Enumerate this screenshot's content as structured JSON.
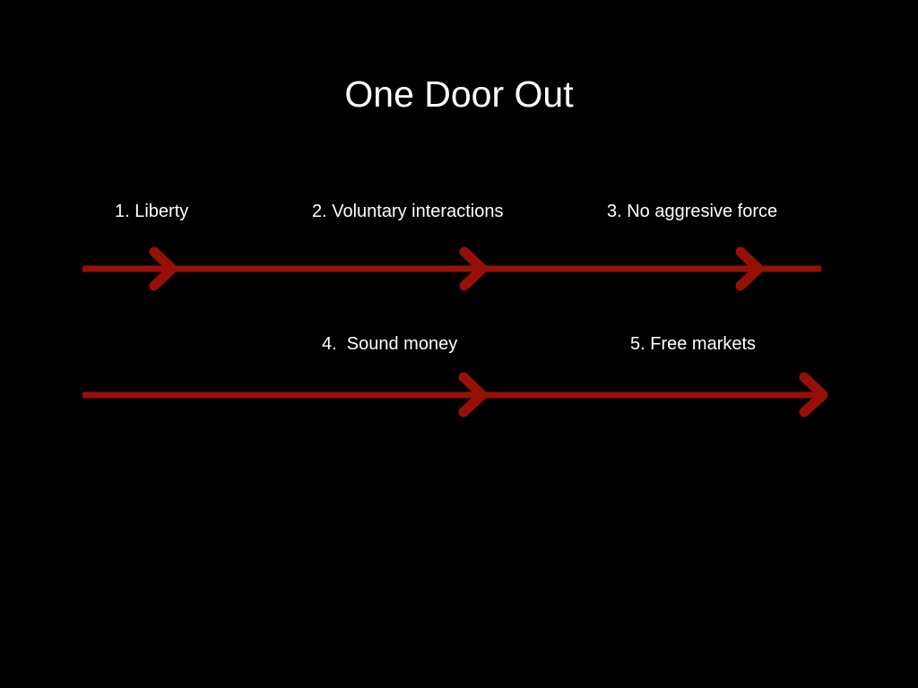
{
  "slide": {
    "title": "One Door Out",
    "background_color": "#000000",
    "text_color": "#ffffff",
    "arrow_color": "#971008"
  },
  "steps": [
    {
      "label": "1. Liberty"
    },
    {
      "label": "2. Voluntary interactions"
    },
    {
      "label": "3. No aggresive force"
    },
    {
      "label": "4.  Sound money"
    },
    {
      "label": "5. Free markets"
    }
  ],
  "arrows": [
    {
      "name": "row-1-arrow",
      "chevron_count": 3,
      "ends_with_chevron": false
    },
    {
      "name": "row-2-arrow",
      "chevron_count": 2,
      "ends_with_chevron": true
    }
  ]
}
